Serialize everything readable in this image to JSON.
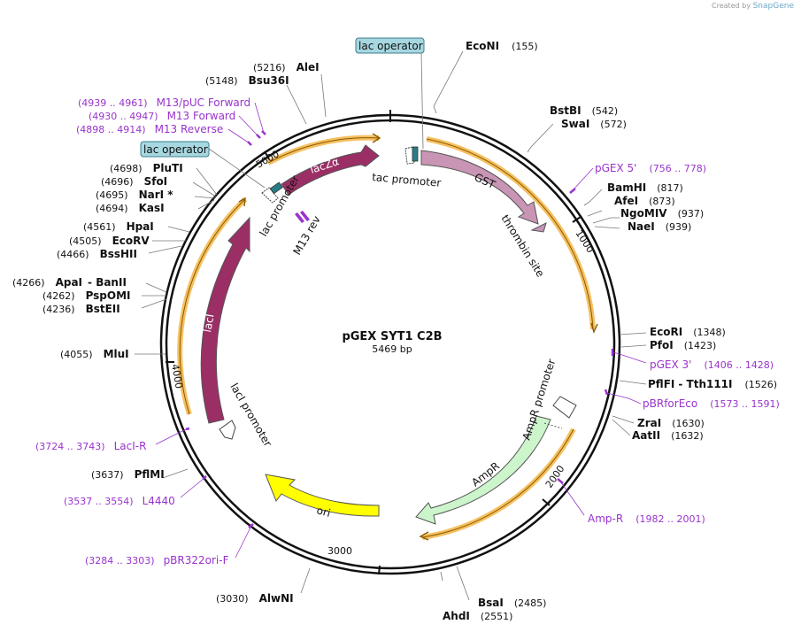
{
  "credit": {
    "prefix": "Created by",
    "brand": "SnapGene"
  },
  "plasmid": {
    "name": "pGEX SYT1 C2B",
    "length_label": "5469 bp",
    "length": 5469
  },
  "ticks": [
    "1000",
    "2000",
    "3000",
    "4000",
    "5000"
  ],
  "features": {
    "lacZa": "lacZα",
    "gst": "GST",
    "thrombin": "thrombin site",
    "tac": "tac promoter",
    "lacPromoter": "lac promoter",
    "m13rev": "M13 rev",
    "lacI": "lacI",
    "lacIPromoter": "lacI promoter",
    "ampR": "AmpR",
    "ampRPromoter": "AmpR promoter",
    "ori": "ori",
    "lacOperator1": "lac operator",
    "lacOperator2": "lac operator"
  },
  "colors": {
    "gst": "#c995b5",
    "lacI": "#9b2f65",
    "ampR": "#ccf5cc",
    "ori": "#ffff00",
    "primer": "#9933cc",
    "highlight": "#f5c060",
    "operator": "#a7d7e0"
  },
  "enzymes": [
    {
      "pos": "(155)",
      "name": "EcoNI"
    },
    {
      "pos": "(542)",
      "name": "BstBI"
    },
    {
      "pos": "(572)",
      "name": "SwaI"
    },
    {
      "pos": "(817)",
      "name": "BamHI"
    },
    {
      "pos": "(873)",
      "name": "AfeI"
    },
    {
      "pos": "(937)",
      "name": "NgoMIV"
    },
    {
      "pos": "(939)",
      "name": "NaeI"
    },
    {
      "pos": "(1348)",
      "name": "EcoRI"
    },
    {
      "pos": "(1423)",
      "name": "PfoI"
    },
    {
      "pos": "(1526)",
      "name": "PflFI",
      "name2": "- Tth111I"
    },
    {
      "pos": "(1630)",
      "name": "ZraI"
    },
    {
      "pos": "(1632)",
      "name": "AatII"
    },
    {
      "pos": "(2485)",
      "name": "BsaI"
    },
    {
      "pos": "(2551)",
      "name": "AhdI"
    },
    {
      "pos": "(3030)",
      "name": "AlwNI"
    },
    {
      "pos": "(3637)",
      "name": "PflMI"
    },
    {
      "pos": "(4055)",
      "name": "MluI"
    },
    {
      "pos": "(4236)",
      "name": "BstEII"
    },
    {
      "pos": "(4262)",
      "name": "PspOMI"
    },
    {
      "pos": "(4266)",
      "name": "ApaI",
      "name2": "- BanII"
    },
    {
      "pos": "(4466)",
      "name": "BssHII"
    },
    {
      "pos": "(4505)",
      "name": "EcoRV"
    },
    {
      "pos": "(4561)",
      "name": "HpaI"
    },
    {
      "pos": "(4694)",
      "name": "KasI"
    },
    {
      "pos": "(4695)",
      "name": "NarI *"
    },
    {
      "pos": "(4696)",
      "name": "SfoI"
    },
    {
      "pos": "(4698)",
      "name": "PluTI"
    },
    {
      "pos": "(5148)",
      "name": "Bsu36I"
    },
    {
      "pos": "(5216)",
      "name": "AleI"
    }
  ],
  "primers": [
    {
      "name": "pGEX 5'",
      "range": "(756 .. 778)"
    },
    {
      "name": "pGEX 3'",
      "range": "(1406 .. 1428)"
    },
    {
      "name": "pBRforEco",
      "range": "(1573 .. 1591)"
    },
    {
      "name": "Amp-R",
      "range": "(1982 .. 2001)"
    },
    {
      "name": "pBR322ori-F",
      "range": "(3284 .. 3303)"
    },
    {
      "name": "L4440",
      "range": "(3537 .. 3554)"
    },
    {
      "name": "LacI-R",
      "range": "(3724 .. 3743)"
    },
    {
      "name": "M13 Reverse",
      "range": "(4898 .. 4914)"
    },
    {
      "name": "M13 Forward",
      "range": "(4930 .. 4947)"
    },
    {
      "name": "M13/pUC Forward",
      "range": "(4939 .. 4961)"
    }
  ]
}
